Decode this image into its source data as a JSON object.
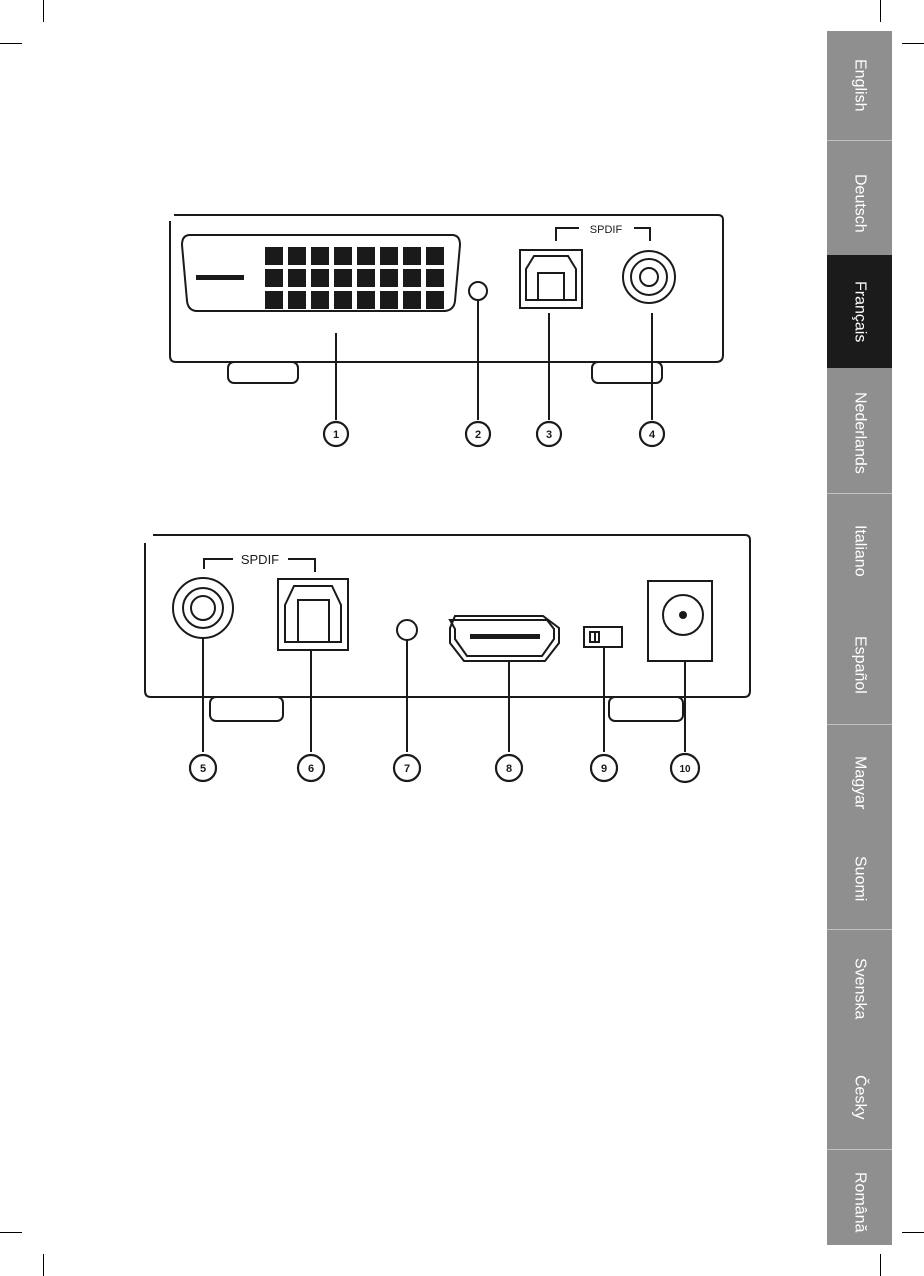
{
  "languages": [
    {
      "label": "English",
      "active": false
    },
    {
      "label": "Deutsch",
      "active": false
    },
    {
      "label": "Français",
      "active": true
    },
    {
      "label": "Nederlands",
      "active": false
    },
    {
      "label": "Italiano",
      "active": false
    },
    {
      "label": "Español",
      "active": false
    },
    {
      "label": "Magyar",
      "active": false
    },
    {
      "label": "Suomi",
      "active": false
    },
    {
      "label": "Svenska",
      "active": false
    },
    {
      "label": "Česky",
      "active": false
    },
    {
      "label": "Română",
      "active": false
    }
  ],
  "front_panel": {
    "spdif_label": "SPDIF",
    "callouts": [
      "1",
      "2",
      "3",
      "4"
    ]
  },
  "rear_panel": {
    "spdif_label": "SPDIF",
    "callouts": [
      "5",
      "6",
      "7",
      "8",
      "9",
      "10"
    ]
  },
  "colors": {
    "tab_bar": "#8f8f8f",
    "tab_active": "#1b1b1b",
    "line": "#1a1a1a"
  }
}
